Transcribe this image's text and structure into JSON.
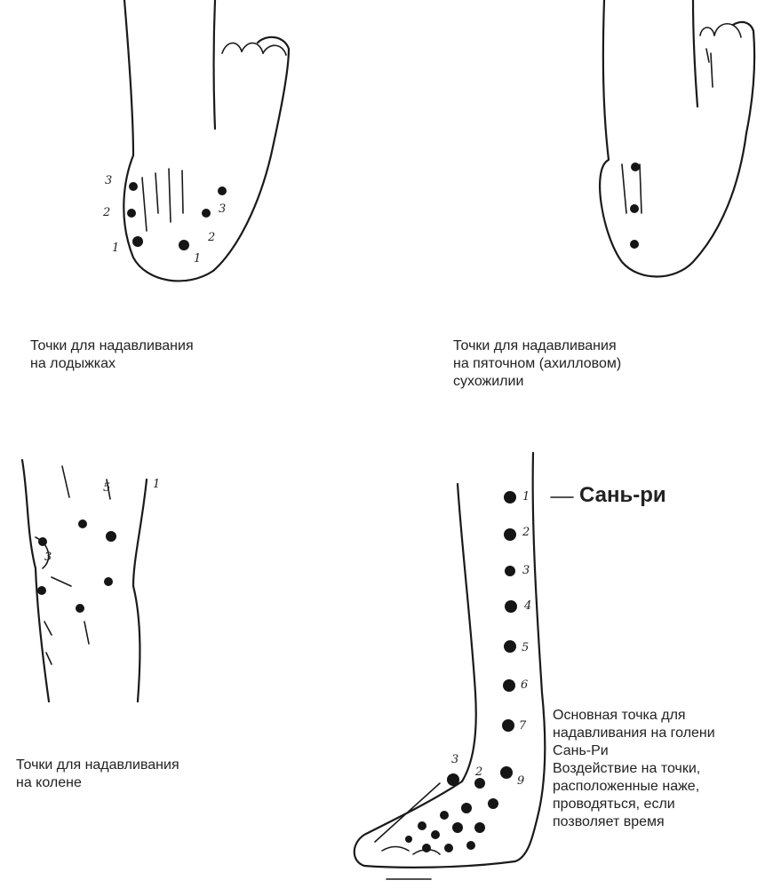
{
  "panels": {
    "ankle": {
      "caption": [
        "Точки для надавливания",
        "на лодыжках"
      ],
      "labels": [
        "3",
        "2",
        "1",
        "3",
        "2",
        "1"
      ]
    },
    "achilles": {
      "caption": [
        "Точки для надавливания",
        "на пяточном (ахилловом)",
        "сухожилии"
      ]
    },
    "knee": {
      "caption": [
        "Точки для надавливания",
        "на колене"
      ],
      "labels": [
        "5",
        "1",
        "3"
      ]
    },
    "shin": {
      "title": "Сань-ри",
      "caption": [
        "Основная точка для",
        "надавливания на голени",
        "Сань-Ри",
        "Воздействие на точки,",
        " расположенные наже,",
        "проводяться, если",
        "позволяет время"
      ],
      "labels": [
        "1",
        "2",
        "3",
        "4",
        "5",
        "6",
        "7",
        "3",
        "2",
        "9"
      ]
    }
  }
}
